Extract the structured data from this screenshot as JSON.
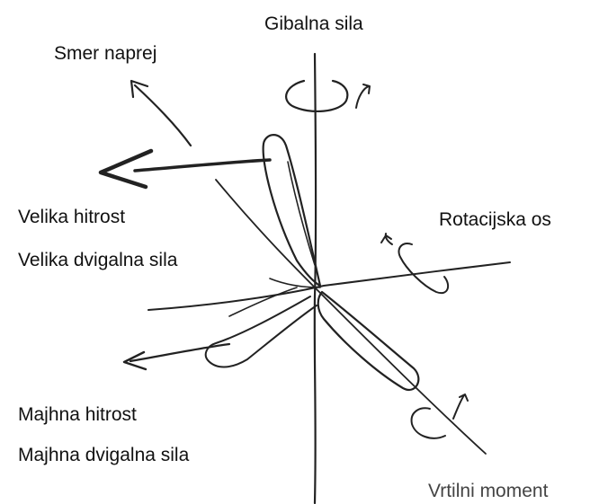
{
  "labels": {
    "motive_force": "Gibalna sila",
    "forward_direction": "Smer naprej",
    "high_speed": "Velika hitrost",
    "high_lift": "Velika dvigalna sila",
    "rotation_axis": "Rotacijska os",
    "low_speed": "Majhna hitrost",
    "low_lift": "Majhna dvigalna sila",
    "torque": "Vrtilni moment"
  },
  "colors": {
    "ink": "#111111",
    "ink_soft": "#333333",
    "background": "#ffffff"
  }
}
